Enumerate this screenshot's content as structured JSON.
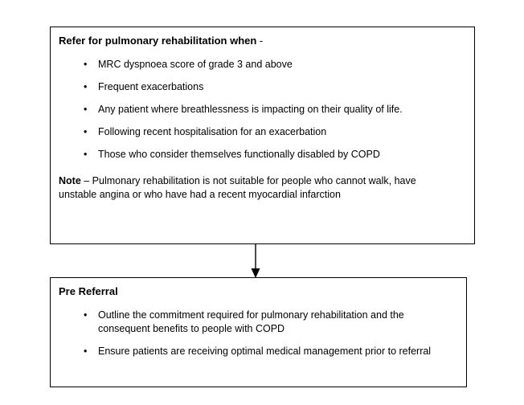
{
  "diagram": {
    "type": "flowchart",
    "orientation": "vertical",
    "line_color": "#000000",
    "text_color": "#000000",
    "background_color": "#ffffff",
    "bullet_glyph": "•",
    "connector": {
      "name": "downward-arrow",
      "from": "referral-criteria-box",
      "to": "pre-referral-box"
    }
  },
  "referral_criteria": {
    "heading": "Refer for pulmonary rehabilitation when",
    "heading_suffix": " -",
    "bullets": [
      "MRC dyspnoea score of grade 3 and above",
      "Frequent exacerbations",
      "Any patient where breathlessness is impacting on their quality of life.",
      "Following recent hospitalisation for an exacerbation",
      "Those who consider themselves functionally disabled by COPD"
    ],
    "note_label": "Note",
    "note_text": " – Pulmonary rehabilitation is not suitable for people who cannot walk, have unstable angina or who have had a recent myocardial infarction"
  },
  "pre_referral": {
    "heading": "Pre Referral",
    "bullets": [
      "Outline the commitment required for pulmonary rehabilitation and the consequent benefits to people with COPD",
      "Ensure patients are receiving optimal medical management prior to referral"
    ]
  }
}
